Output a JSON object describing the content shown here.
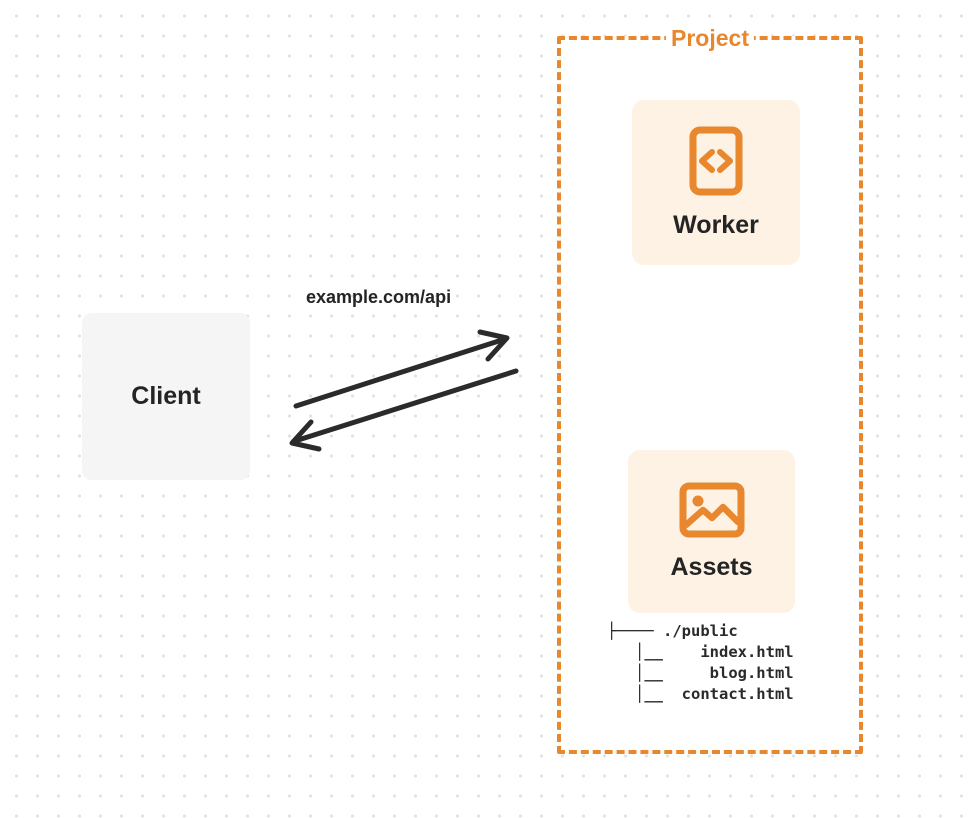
{
  "colors": {
    "accent_orange": "#e8872d",
    "card_cream": "#fdf2e4",
    "card_gray": "#f5f5f6",
    "text_dark": "#242424",
    "arrow_dark": "#2b2b2b",
    "dot_grid": "#e2e2e2"
  },
  "client": {
    "label": "Client"
  },
  "request": {
    "label": "example.com/api"
  },
  "project": {
    "label": "Project",
    "worker": {
      "label": "Worker",
      "icon": "code-document-icon"
    },
    "assets": {
      "label": "Assets",
      "icon": "image-icon"
    },
    "file_tree": {
      "root": "./public",
      "files": [
        "index.html",
        "blog.html",
        "contact.html"
      ],
      "lines": [
        "├──── ./public",
        "   │__    index.html",
        "   │__     blog.html",
        "   │__  contact.html"
      ]
    }
  }
}
